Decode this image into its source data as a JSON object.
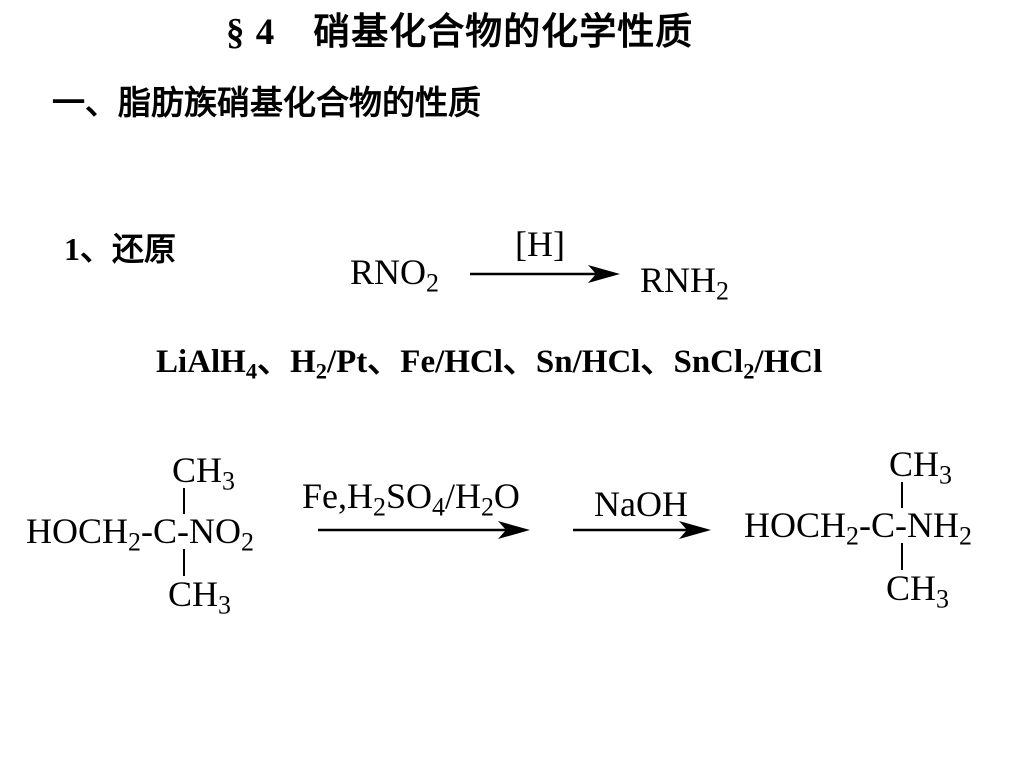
{
  "slide": {
    "title": "§ 4　硝基化合物的化学性质",
    "section": "一、脂肪族硝基化合物的性质",
    "item_label": "1、还原"
  },
  "reaction1": {
    "reactant_main": "RNO",
    "reactant_sub": "2",
    "condition": "[H]",
    "product_main": "RNH",
    "product_sub": "2"
  },
  "reagents": [
    {
      "text": "LiAlH",
      "sub": "4"
    },
    {
      "text": "、H",
      "sub": "2"
    },
    {
      "text": "/Pt、Fe/HCl、Sn/HCl、SnCl",
      "sub": "2"
    },
    {
      "text": "/HCl",
      "sub": ""
    }
  ],
  "reaction2": {
    "reactant": {
      "top": {
        "text": "CH",
        "sub": "3"
      },
      "left_a": "HOCH",
      "left_sub": "2",
      "left_b": "-C-NO",
      "right_sub": "2",
      "bottom": {
        "text": "CH",
        "sub": "3"
      }
    },
    "step1_condition": {
      "a": "Fe,H",
      "s1": "2",
      "b": "SO",
      "s2": "4",
      "c": "/H",
      "s3": "2",
      "d": "O"
    },
    "step2_condition": "NaOH",
    "product": {
      "top": {
        "text": "CH",
        "sub": "3"
      },
      "left_a": "HOCH",
      "left_sub": "2",
      "left_b": "-C-NH",
      "right_sub": "2",
      "bottom": {
        "text": "CH",
        "sub": "3"
      }
    }
  }
}
